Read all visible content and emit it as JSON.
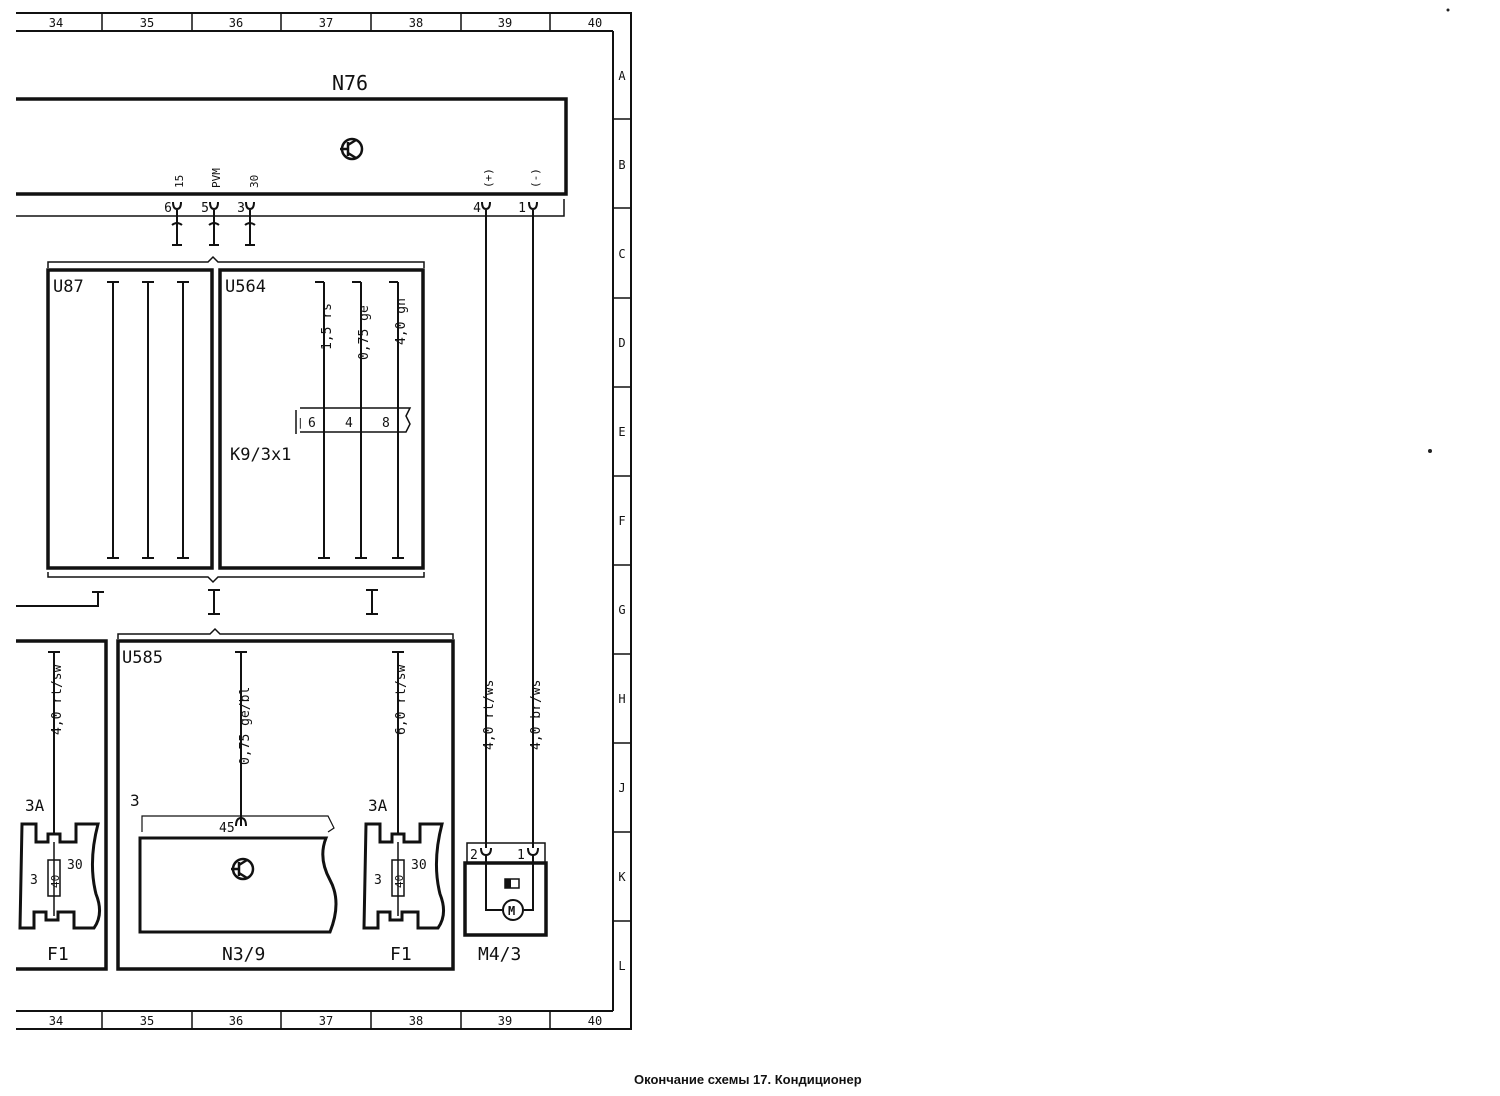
{
  "grid": {
    "columns": [
      "34",
      "35",
      "36",
      "37",
      "38",
      "39",
      "40"
    ],
    "rows": [
      "A",
      "B",
      "C",
      "D",
      "E",
      "F",
      "G",
      "H",
      "J",
      "K",
      "L"
    ]
  },
  "components": {
    "n76": {
      "label": "N76",
      "pins": [
        {
          "num": "6",
          "name": "15"
        },
        {
          "num": "5",
          "name": "PVM"
        },
        {
          "num": "3",
          "name": "30"
        },
        {
          "num": "4",
          "name": "(+)"
        },
        {
          "num": "1",
          "name": "(-)"
        }
      ]
    },
    "u87": {
      "label": "U87"
    },
    "u564": {
      "label": "U564",
      "wires": [
        "1,5 rs",
        "0,75 ge",
        "4,0 gn"
      ]
    },
    "k9": {
      "label": "K9/3x1",
      "bar": "|",
      "pins": [
        "6",
        "4",
        "8"
      ]
    },
    "u585": {
      "label": "U585",
      "wires": [
        "0,75 ge/bl",
        "6,0 rt/sw"
      ]
    },
    "left_wire": "4,0 rt/sw",
    "fuse_left": {
      "amp": "3A",
      "pin_in": "3",
      "rating": "40",
      "pin_out": "30",
      "label": "F1"
    },
    "fuse_right": {
      "amp": "3A",
      "pin_in": "3",
      "rating": "40",
      "pin_out": "30",
      "label": "F1"
    },
    "n3_9": {
      "label": "N3/9",
      "conn": "3",
      "pin": "45"
    },
    "m4_3": {
      "label": "M4/3",
      "pins": [
        "2",
        "1"
      ],
      "motor": "M",
      "wires": [
        "4,0 rt/ws",
        "4,0 br/ws"
      ]
    }
  },
  "caption": "Окончание схемы 17. Кондиционер"
}
